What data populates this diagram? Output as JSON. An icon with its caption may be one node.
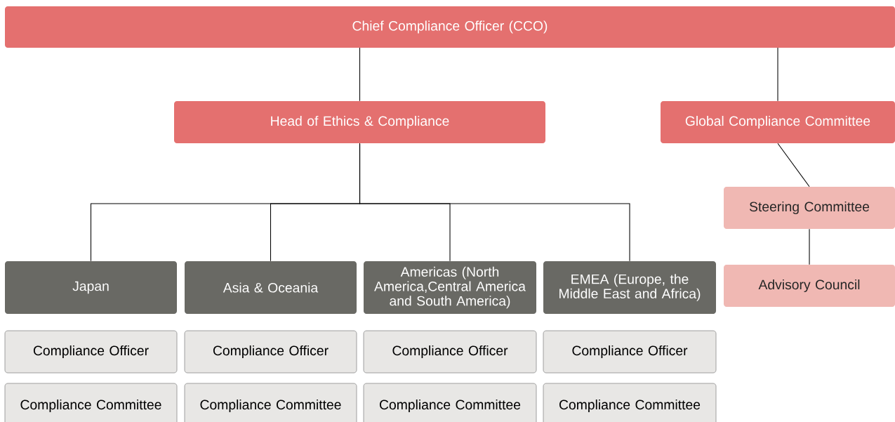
{
  "diagram": {
    "nodes": [
      {
        "text": [
          "Chief Compliance Officer (CCO)"
        ]
      },
      {
        "text": [
          "Head of Ethics & Compliance"
        ]
      },
      {
        "text": [
          "Global Compliance Committee"
        ]
      },
      {
        "text": [
          "Steering Committee"
        ]
      },
      {
        "text": [
          "Advisory Council"
        ]
      },
      {
        "text": [
          "Japan"
        ]
      },
      {
        "text": [
          "Asia & Oceania"
        ]
      },
      {
        "text": [
          "Americas (North America,Central America and South America)"
        ]
      },
      {
        "text": [
          "EMEA (Europe, the Middle East and Africa)"
        ]
      },
      {
        "text": [
          "Compliance Officer"
        ]
      },
      {
        "text": [
          "Compliance Officer"
        ]
      },
      {
        "text": [
          "Compliance Officer"
        ]
      },
      {
        "text": [
          "Compliance Officer"
        ]
      },
      {
        "text": [
          "Compliance Committee"
        ]
      },
      {
        "text": [
          "Compliance Committee"
        ]
      },
      {
        "text": [
          "Compliance Committee"
        ]
      },
      {
        "text": [
          "Compliance Committee"
        ]
      }
    ],
    "edges": [
      {
        "from": 0,
        "to": 1,
        "arrow": "none"
      },
      {
        "from": 0,
        "to": 2,
        "arrow": "none"
      },
      {
        "from": 1,
        "to": 5,
        "arrow": "none"
      },
      {
        "from": 1,
        "to": 6,
        "arrow": "none"
      },
      {
        "from": 1,
        "to": 7,
        "arrow": "none"
      },
      {
        "from": 1,
        "to": 8,
        "arrow": "none"
      },
      {
        "from": 2,
        "to": 3,
        "arrow": "none"
      },
      {
        "from": 3,
        "to": 4,
        "arrow": "none"
      }
    ]
  }
}
